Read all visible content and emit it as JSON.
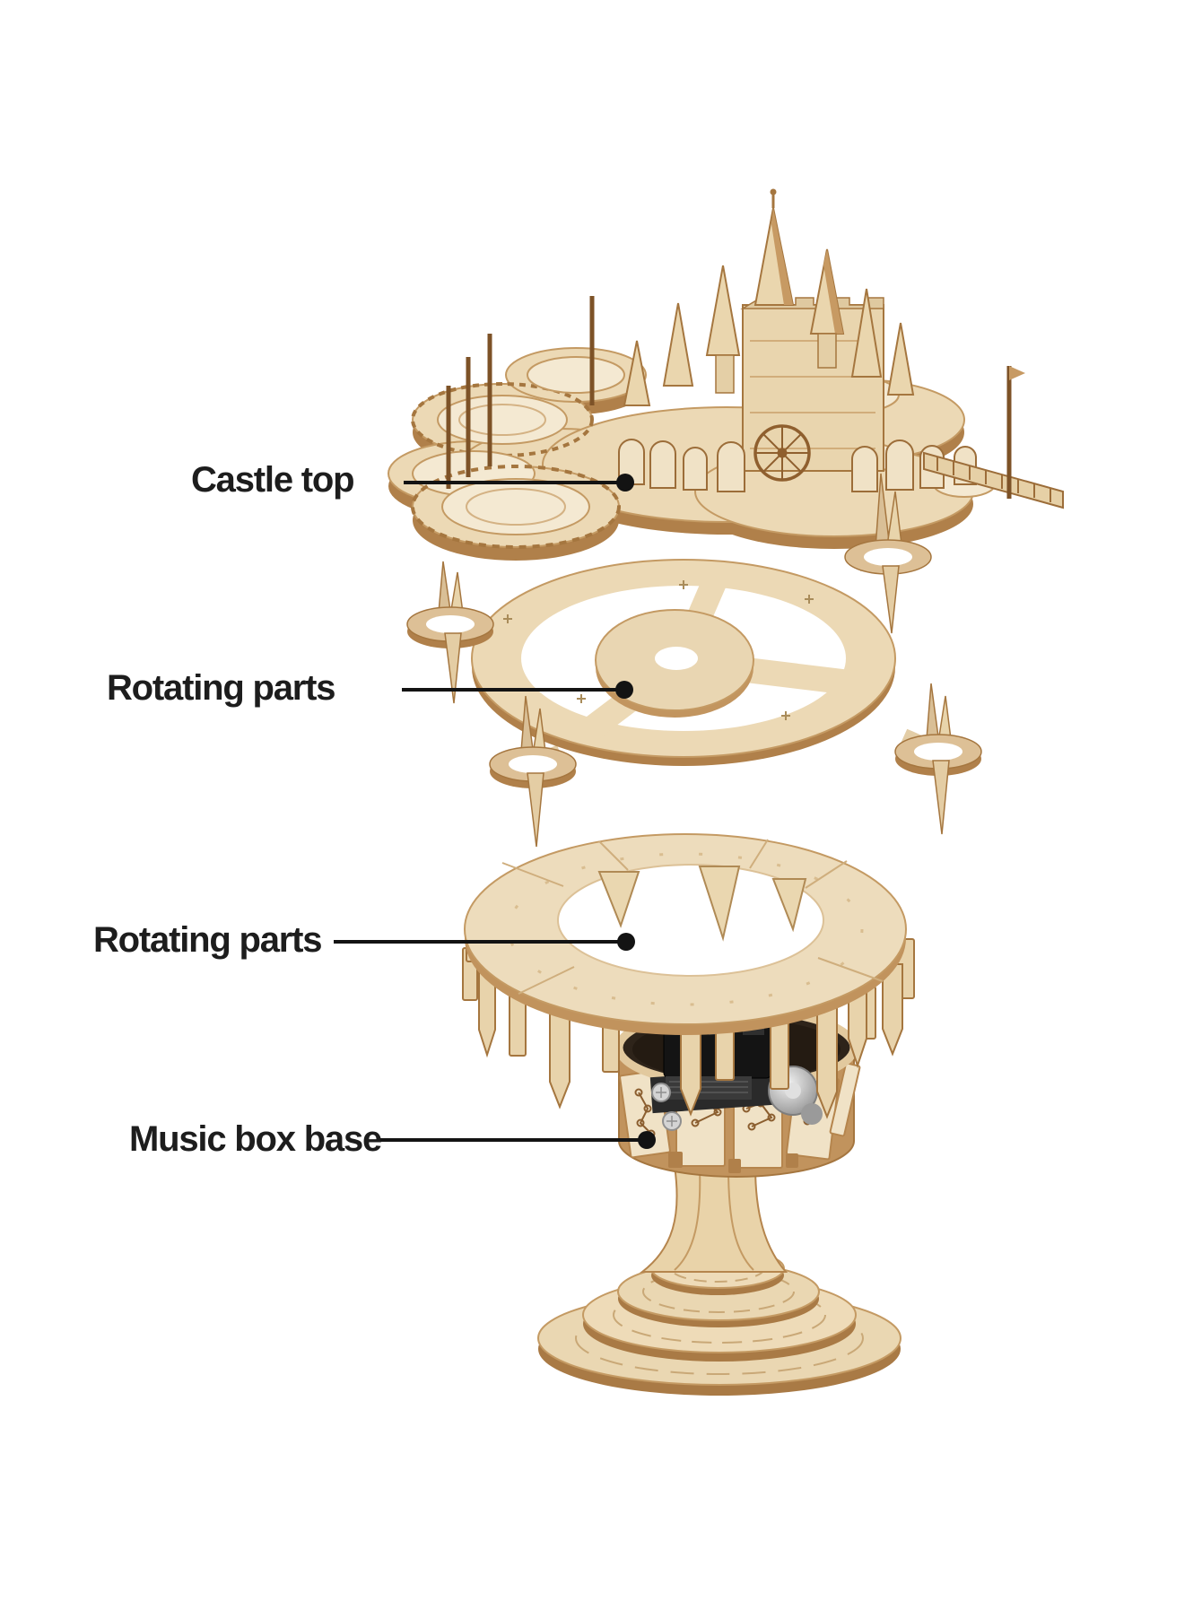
{
  "page": {
    "background": "#ffffff"
  },
  "palette": {
    "bg": "#ffffff",
    "label_text": "#1d1d1d",
    "leader_line": "#131313",
    "wood_light": "#ecd9b5",
    "wood_panel": "#f0e2c6",
    "wood_mid": "#ddc096",
    "wood_dark": "#b0804a",
    "wood_edge": "#a5763f",
    "wood_engrave": "#c49a63",
    "wood_inner": "#f4e9d2",
    "mech_black": "#161412",
    "metal": "#c7c7c7"
  },
  "diagram": {
    "type": "exploded-view-annotated-photo",
    "callouts": [
      {
        "id": "castle-top",
        "label": "Castle top"
      },
      {
        "id": "rotating-parts-upper",
        "label": "Rotating parts"
      },
      {
        "id": "rotating-parts-lower",
        "label": "Rotating parts"
      },
      {
        "id": "music-box-base",
        "label": "Music box base"
      }
    ]
  }
}
